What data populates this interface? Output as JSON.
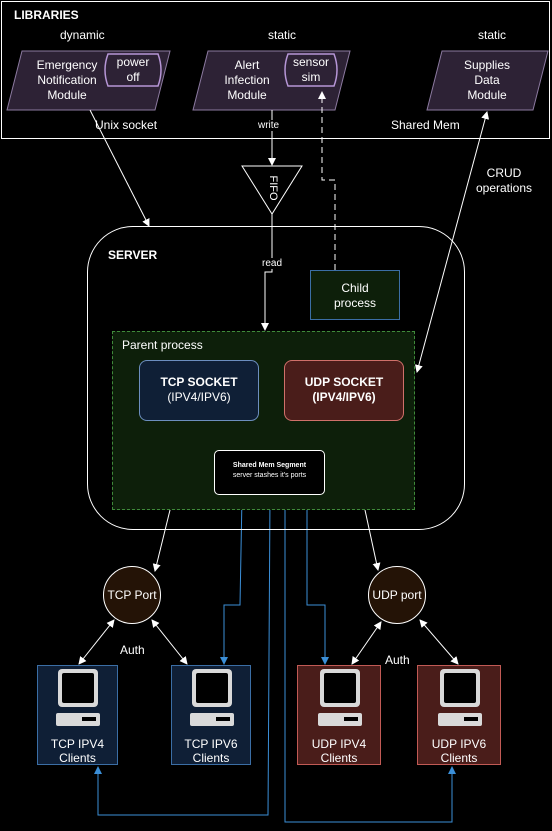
{
  "libraries": {
    "title": "LIBRARIES",
    "dynamic_label": "dynamic",
    "static_label_1": "static",
    "static_label_2": "static",
    "emergency_line1": "Emergency",
    "emergency_line2": "Notification",
    "emergency_line3": "Module",
    "power_off_line1": "power",
    "power_off_line2": "off",
    "alert_line1": "Alert",
    "alert_line2": "Infection",
    "alert_line3": "Module",
    "sensor_line1": "sensor",
    "sensor_line2": "sim",
    "supplies_line1": "Supplies",
    "supplies_line2": "Data",
    "supplies_line3": "Module"
  },
  "edges": {
    "unix_socket": "Unix socket",
    "shared_mem": "Shared Mem",
    "write": "write",
    "read": "read",
    "crud_line1": "CRUD",
    "crud_line2": "operations",
    "auth_left": "Auth",
    "auth_right": "Auth"
  },
  "fifo": {
    "label": "FIFO"
  },
  "server": {
    "title": "SERVER",
    "child_line1": "Child",
    "child_line2": "process",
    "parent_label": "Parent process",
    "tcp_socket_line1": "TCP SOCKET",
    "tcp_socket_line2": "(IPV4/IPV6)",
    "udp_socket_line1": "UDP SOCKET",
    "udp_socket_line2": "(IPV4/IPV6)",
    "shm_title": "Shared Mem Segment",
    "shm_sub": "server stashes it's ports"
  },
  "ports": {
    "tcp": "TCP Port",
    "udp": "UDP port"
  },
  "clients": {
    "tcp_ipv4_line1": "TCP IPV4",
    "tcp_ipv4_line2": "Clients",
    "tcp_ipv6_line1": "TCP IPV6",
    "tcp_ipv6_line2": "Clients",
    "udp_ipv4_line1": "UDP IPV4",
    "udp_ipv4_line2": "Clients",
    "udp_ipv6_line1": "UDP IPV6",
    "udp_ipv6_line2": "Clients"
  },
  "colors": {
    "background": "#000000",
    "module_fill": "#2d2235",
    "module_stroke": "#8c7aa0",
    "tab_stroke": "#b696d6",
    "tcp_fill": "#0f1f36",
    "udp_fill": "#4a1d1a",
    "parent_fill": "#0d1f0a",
    "blue_link": "#3b8fd8"
  }
}
